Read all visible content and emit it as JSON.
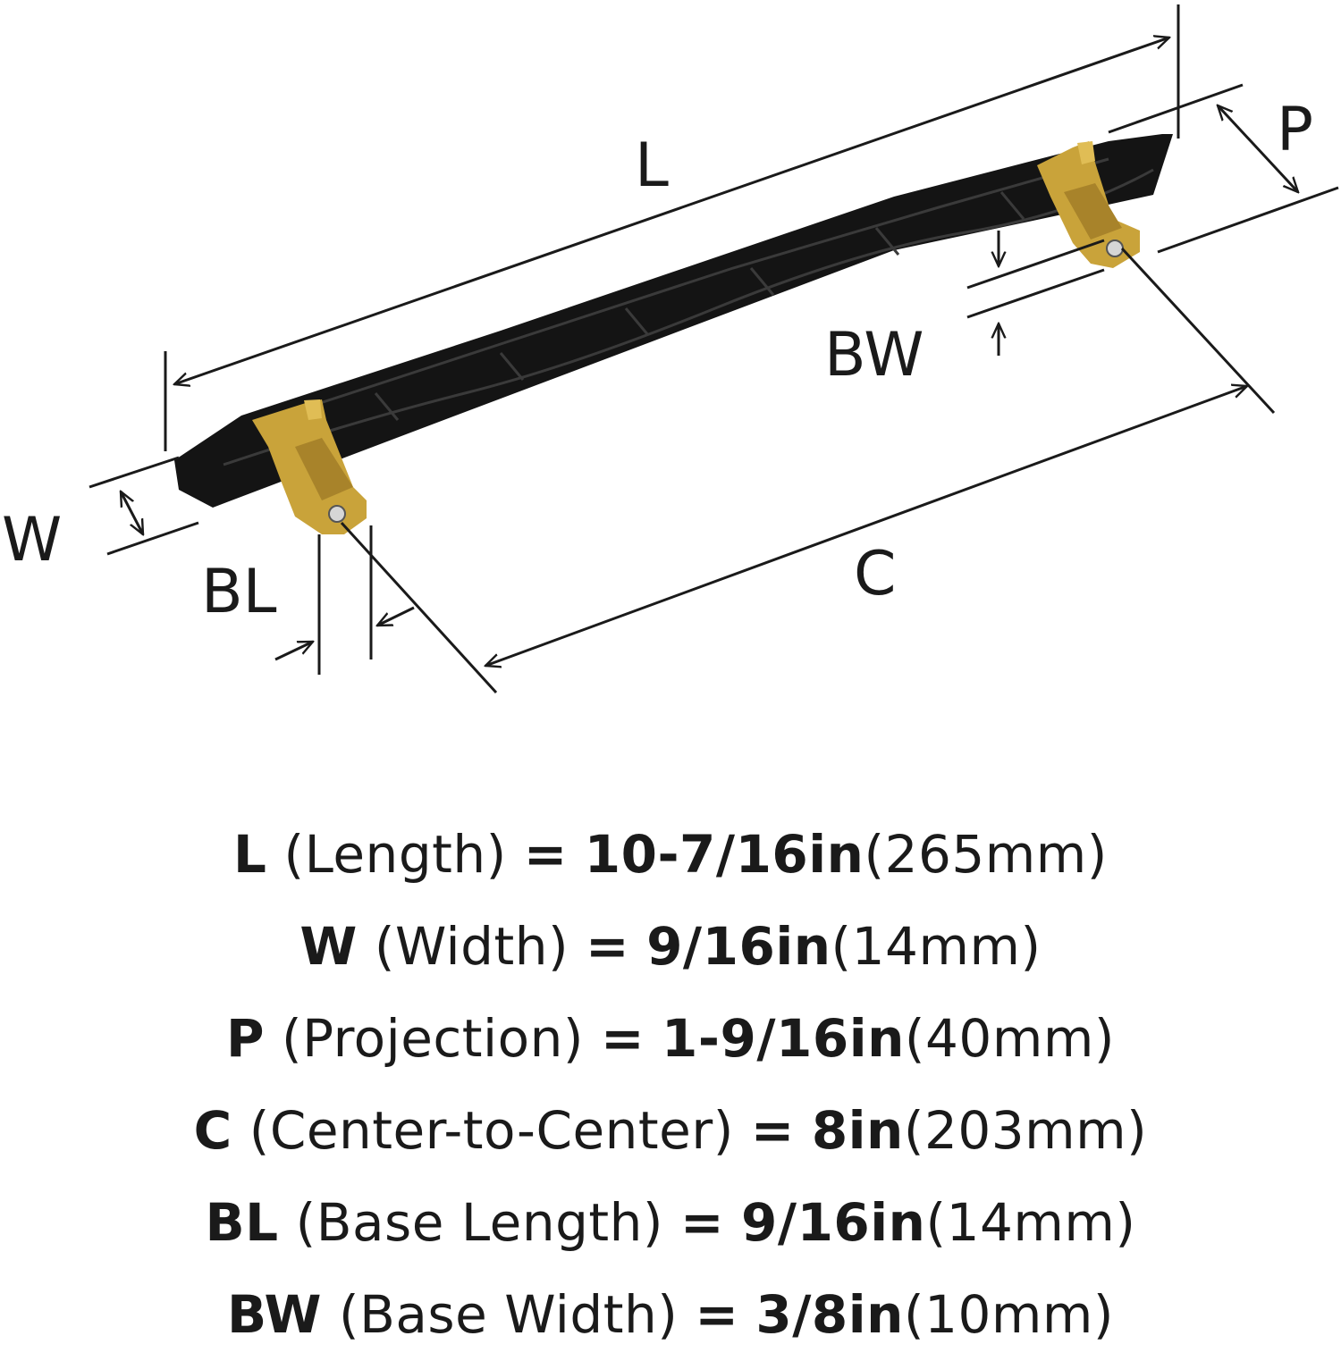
{
  "diagram": {
    "labels": {
      "L": "L",
      "P": "P",
      "BW": "BW",
      "W": "W",
      "BL": "BL",
      "C": "C"
    },
    "colors": {
      "handle": "#141414",
      "handle_facet": "#2a2a2a",
      "post": "#c9a33a",
      "post_shade": "#a8832a",
      "line": "#1a1a1a"
    }
  },
  "specs": [
    {
      "code": "L",
      "desc": "(Length)",
      "eq": "=",
      "imperial": "10-7/16in",
      "metric": "(265mm)"
    },
    {
      "code": "W",
      "desc": "(Width)",
      "eq": "=",
      "imperial": "9/16in",
      "metric": "(14mm)"
    },
    {
      "code": "P",
      "desc": "(Projection)",
      "eq": "=",
      "imperial": "1-9/16in",
      "metric": "(40mm)"
    },
    {
      "code": "C",
      "desc": "(Center-to-Center)",
      "eq": "=",
      "imperial": "8in",
      "metric": "(203mm)"
    },
    {
      "code": "BL",
      "desc": "(Base Length)",
      "eq": "=",
      "imperial": "9/16in",
      "metric": "(14mm)"
    },
    {
      "code": "BW",
      "desc": "(Base Width)",
      "eq": "=",
      "imperial": "3/8in",
      "metric": "(10mm)"
    }
  ]
}
